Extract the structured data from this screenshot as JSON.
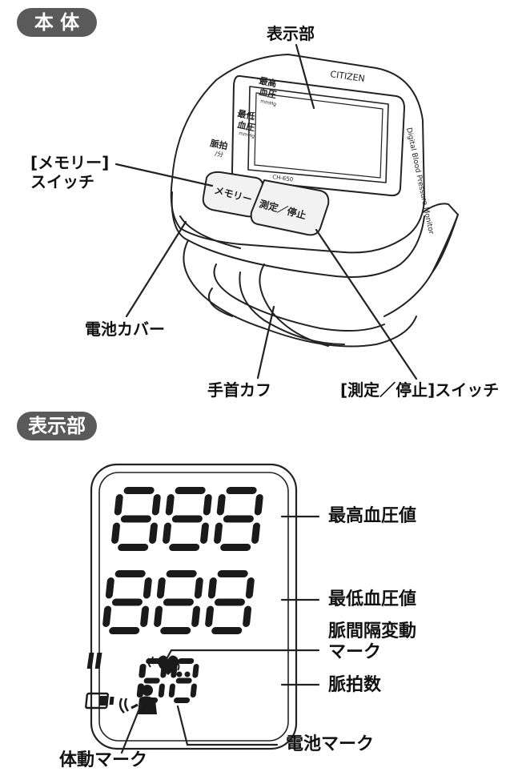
{
  "sections": {
    "body_title": "本 体",
    "display_title": "表示部"
  },
  "device": {
    "brand": "CITIZEN",
    "side_text": "Digital Blood Pressure Monitor",
    "model": "CH-650",
    "panel_labels": {
      "systolic": "最高\n血圧",
      "diastolic": "最低\n血圧",
      "pulse": "脈拍\n/分",
      "unit": "mmHg"
    },
    "memory_button": "メモリー",
    "measure_button": "測定／停止"
  },
  "body_labels": {
    "display": "表示部",
    "memory_switch_line1": "[メモリー]",
    "memory_switch_line2": "スイッチ",
    "battery_cover": "電池カバー",
    "wrist_cuff": "手首カフ",
    "measure_switch": "[測定／停止]スイッチ"
  },
  "display_labels": {
    "systolic_value": "最高血圧値",
    "diastolic_value": "最低血圧値",
    "irregular_mark_line1": "脈間隔変動",
    "irregular_mark_line2": "マーク",
    "pulse_count": "脈拍数",
    "battery_mark": "電池マーク",
    "motion_mark": "体動マーク"
  },
  "lcd": {
    "row1": "888",
    "row2": "888",
    "row3": "188"
  }
}
